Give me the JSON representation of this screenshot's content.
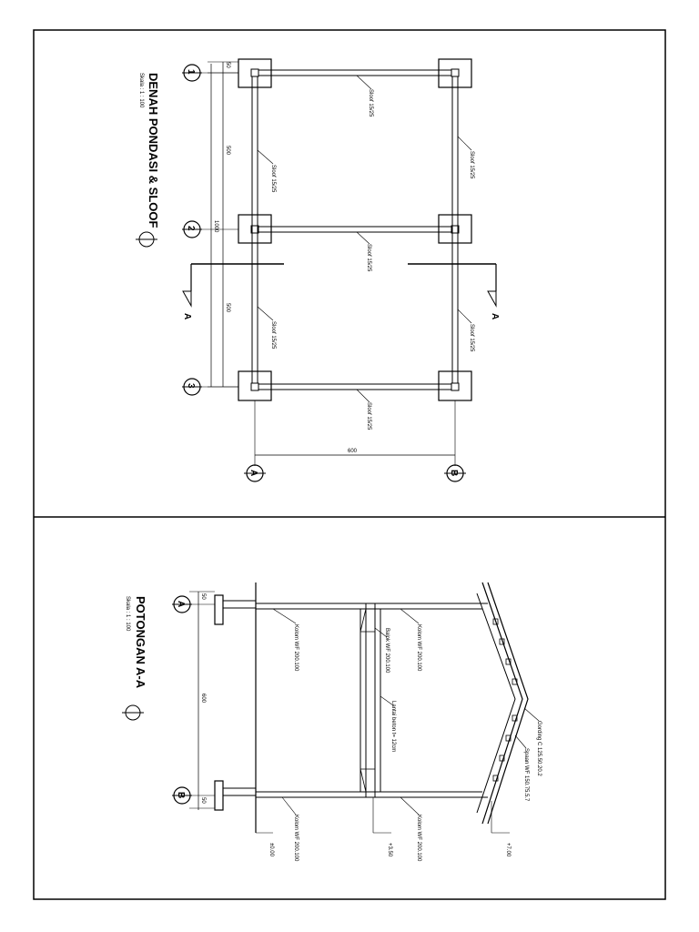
{
  "plan": {
    "title": "DENAH PONDASI & SLOOF",
    "scale": "Skala : 1 : 100",
    "grid_numbers": [
      "1",
      "2",
      "3"
    ],
    "grid_letters": [
      "A",
      "B"
    ],
    "dims": {
      "edge": "50",
      "bay1": "500",
      "bay2": "500",
      "total": "1000",
      "width": "600"
    },
    "sloof_label": "Sloof 15/25",
    "cut_label": "A"
  },
  "section": {
    "title": "POTONGAN A-A",
    "scale": "Skala : 1 : 100",
    "grid_letters": [
      "A",
      "B"
    ],
    "dims": {
      "edge_a": "50",
      "span": "600",
      "edge_b": "50"
    },
    "labels": {
      "kolom": "Kolom WF 200.100",
      "balok": "Balok WF 200.100",
      "plat": "Lantai beton t= 12cm",
      "gording": "Gording C 125.50.20.2",
      "spaan": "Spaan WF 150.75.5.7"
    },
    "levels": {
      "ground": "±0.00",
      "floor": "+3.50",
      "roof": "+7.00"
    }
  }
}
